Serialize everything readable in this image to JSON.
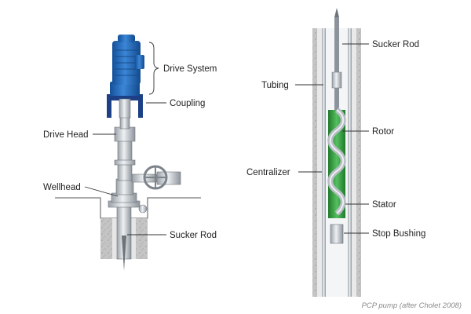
{
  "labels": {
    "drive_system": "Drive System",
    "coupling": "Coupling",
    "drive_head": "Drive Head",
    "wellhead": "Wellhead",
    "sucker_rod_left": "Sucker Rod",
    "sucker_rod_right": "Sucker Rod",
    "tubing": "Tubing",
    "rotor": "Rotor",
    "centralizer": "Centralizer",
    "stator": "Stator",
    "stop_bushing": "Stop Bushing"
  },
  "caption": "PCP pump (after Cholet 2008)",
  "colors": {
    "motor_blue": "#1f67b5",
    "coupling_navy": "#1c3f86",
    "rock_gray": "#bdbdbd",
    "rotor_green": "#2e9e3c",
    "steel": "#c9ced3"
  }
}
